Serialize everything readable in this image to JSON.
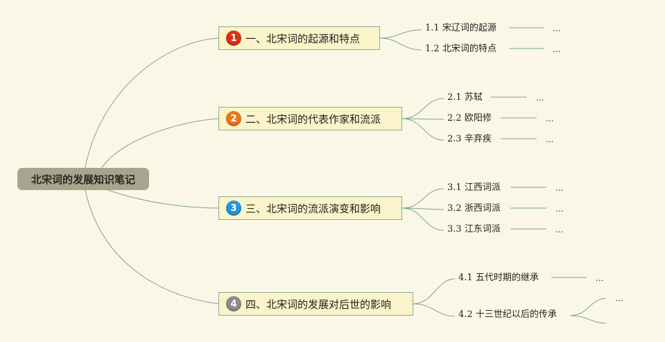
{
  "root": {
    "title": "北宋词的发展知识笔记"
  },
  "branches": [
    {
      "num": "1",
      "color": "#d83318",
      "title": "一、北宋词的起源和特点",
      "leaves": [
        {
          "num": "1.1",
          "text": "宋辽词的起源",
          "note": "..."
        },
        {
          "num": "1.2",
          "text": "北宋词的特点",
          "note": "..."
        }
      ]
    },
    {
      "num": "2",
      "color": "#e9781f",
      "title": "二、北宋词的代表作家和流派",
      "leaves": [
        {
          "num": "2.1",
          "text": "苏轼",
          "note": "..."
        },
        {
          "num": "2.2",
          "text": "欧阳修",
          "note": "..."
        },
        {
          "num": "2.3",
          "text": "辛弃疾",
          "note": "..."
        }
      ]
    },
    {
      "num": "3",
      "color": "#2b95d8",
      "title": "三、北宋词的流派演变和影响",
      "leaves": [
        {
          "num": "3.1",
          "text": "江西词派",
          "note": "..."
        },
        {
          "num": "3.2",
          "text": "浙西词派",
          "note": "..."
        },
        {
          "num": "3.3",
          "text": "江东词派",
          "note": "..."
        }
      ]
    },
    {
      "num": "4",
      "color": "#8c8c8c",
      "title": "四、北宋词的发展对后世的影响",
      "leaves": [
        {
          "num": "4.1",
          "text": "五代时期的继承",
          "note": "..."
        },
        {
          "num": "4.2",
          "text": "十三世纪以后的传承",
          "note": "..."
        }
      ]
    }
  ],
  "colors": {
    "line": "#7aa58a",
    "background": "#fbf7e6"
  }
}
